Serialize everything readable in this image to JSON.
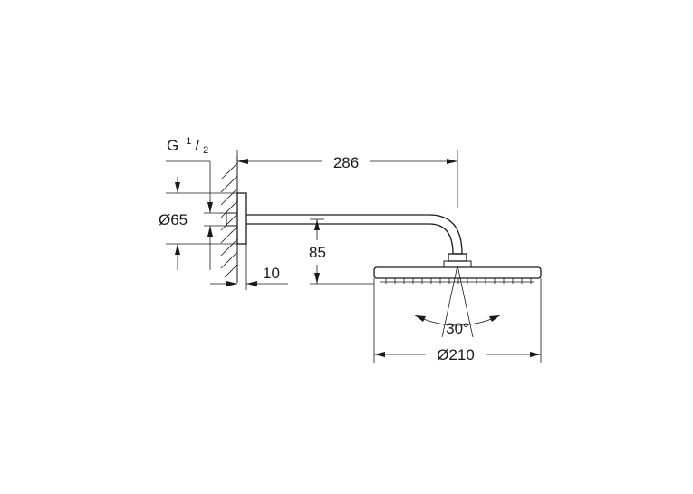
{
  "dimensions": {
    "length": "286",
    "drop": "85",
    "flange_diameter": "Ø65",
    "wall_offset": "10",
    "head_diameter": "Ø210",
    "swivel_angle": "30°"
  },
  "thread": {
    "prefix": "G",
    "numerator": "1",
    "slash": "/",
    "denominator": "2"
  }
}
